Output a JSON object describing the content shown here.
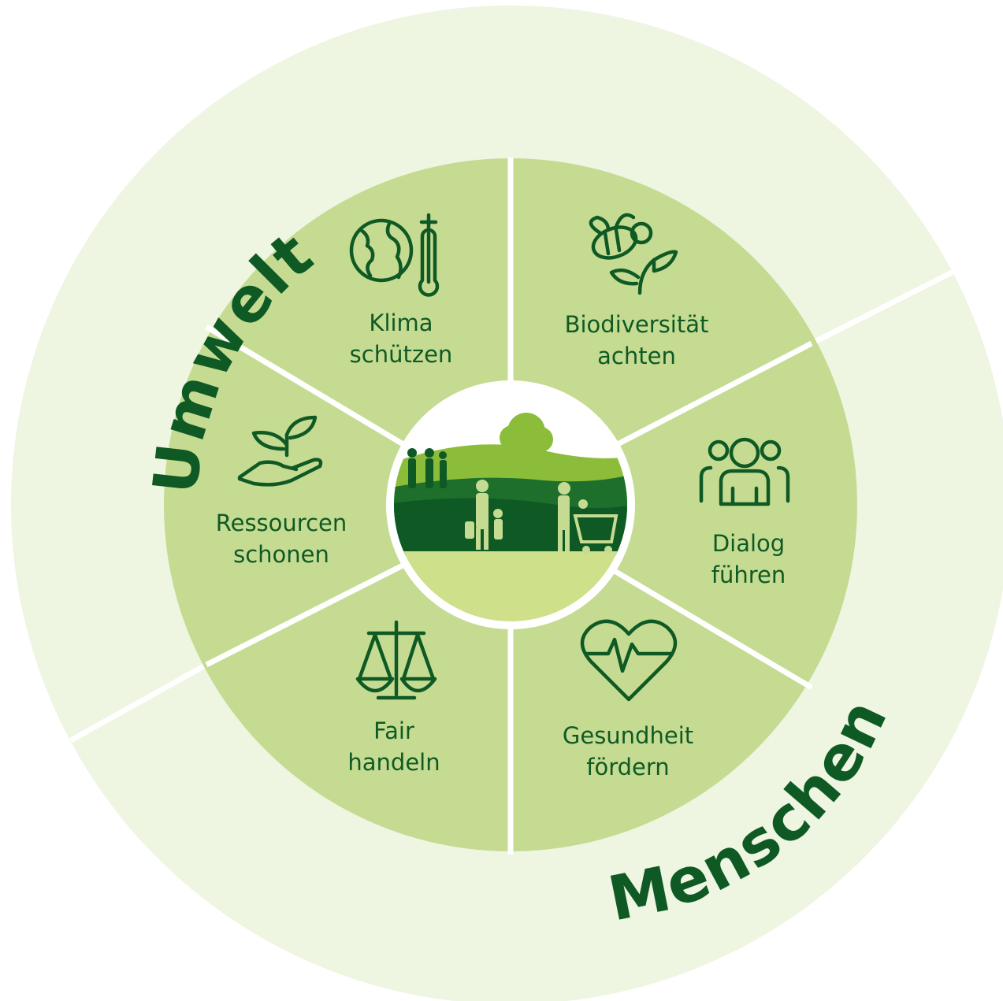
{
  "ring": {
    "top_label": "Umwelt",
    "bottom_label": "Menschen"
  },
  "segments": [
    {
      "line1": "Klima",
      "line2": "schützen",
      "icon": "globe-thermometer-icon"
    },
    {
      "line1": "Biodiversität",
      "line2": "achten",
      "icon": "bee-plant-icon"
    },
    {
      "line1": "Dialog",
      "line2": "führen",
      "icon": "people-group-icon"
    },
    {
      "line1": "Gesundheit",
      "line2": "fördern",
      "icon": "heart-pulse-icon"
    },
    {
      "line1": "Fair",
      "line2": "handeln",
      "icon": "scales-icon"
    },
    {
      "line1": "Ressourcen",
      "line2": "schonen",
      "icon": "hand-sprout-icon"
    }
  ],
  "colors": {
    "outer_ring": "#eef5e0",
    "segment_fill": "#c5db92",
    "text_dark_green": "#0f5a24",
    "divider": "#ffffff"
  }
}
